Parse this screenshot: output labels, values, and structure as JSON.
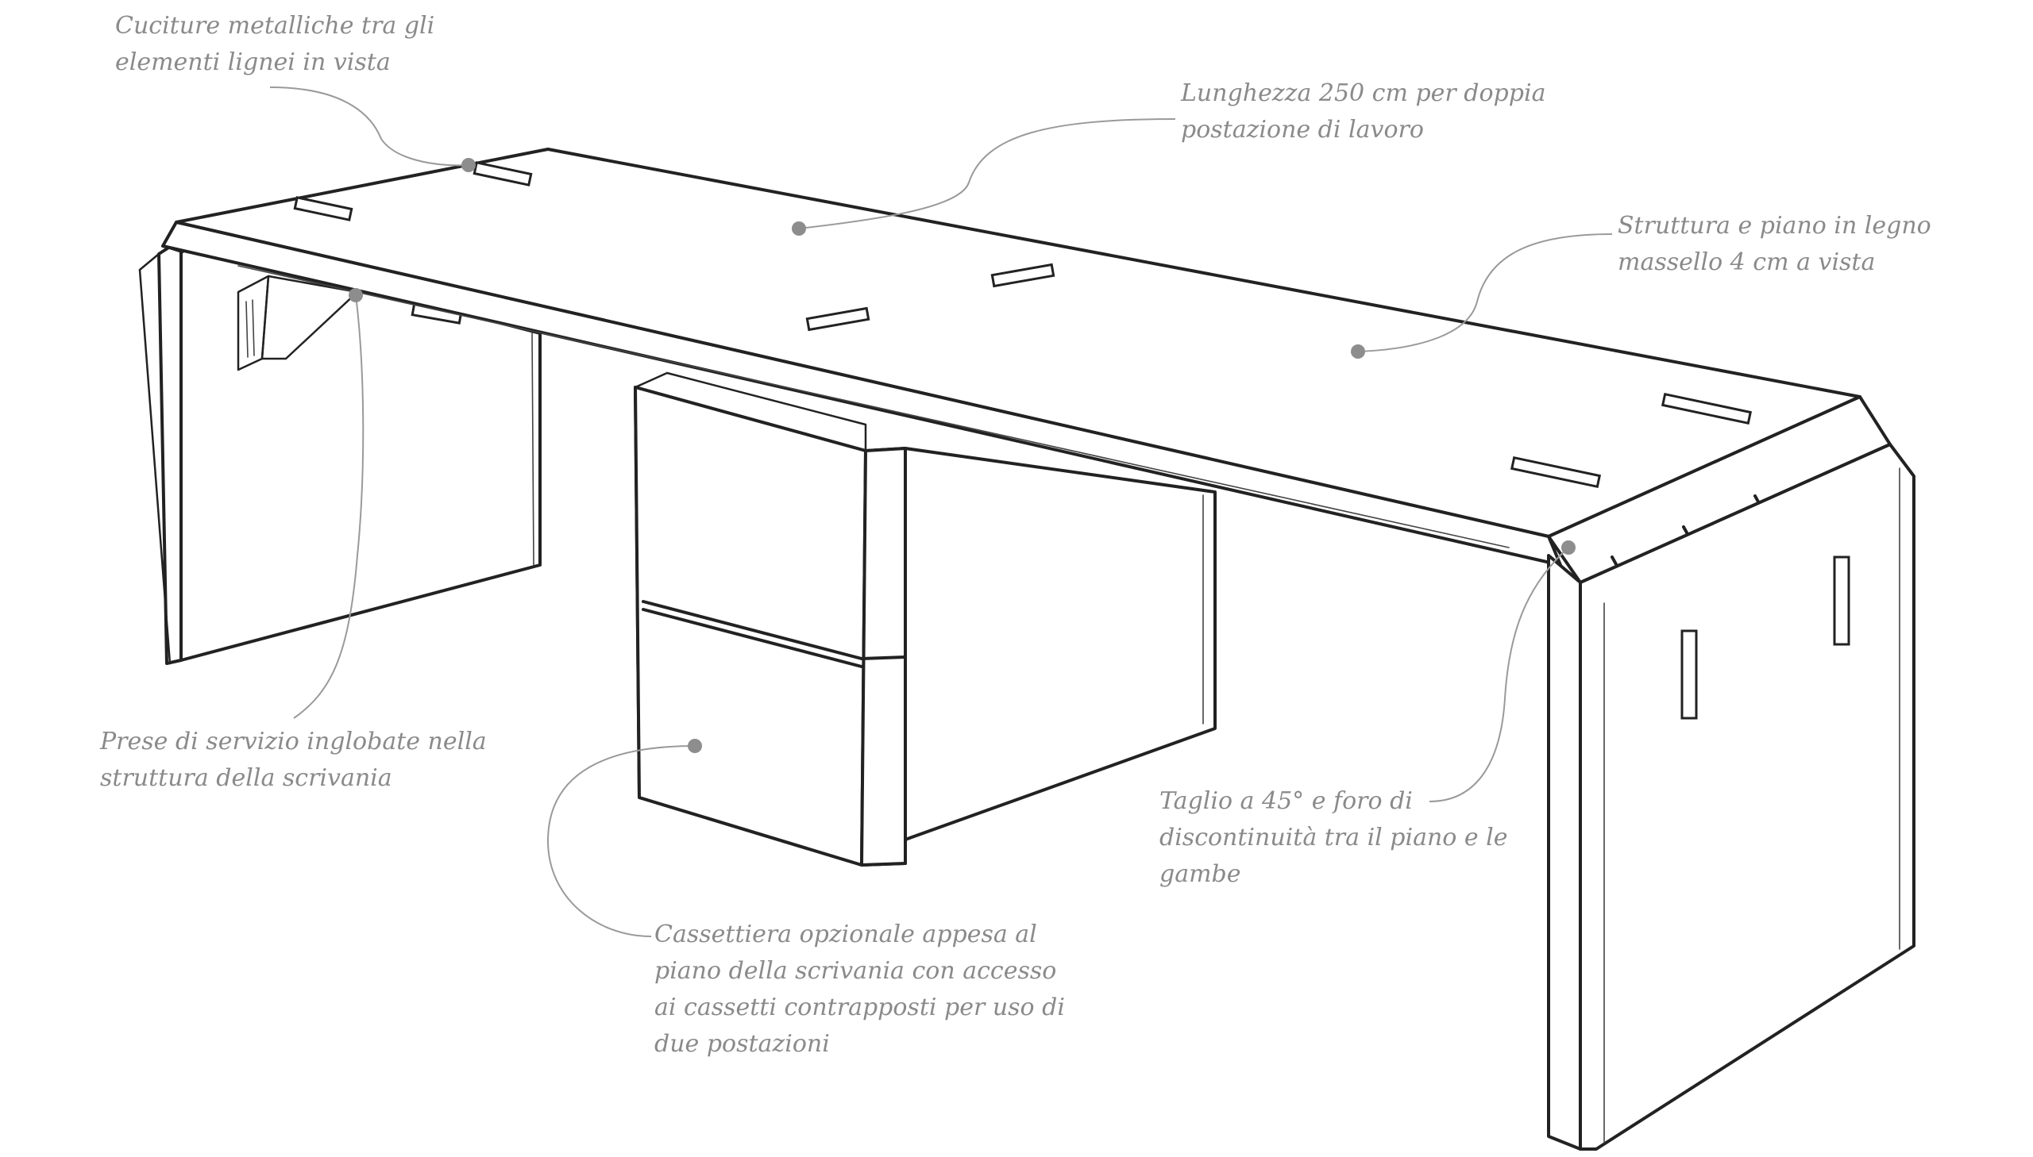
{
  "annotations": {
    "stitching": [
      "Cuciture metalliche tra gli",
      "elementi lignei in vista"
    ],
    "length": [
      "Lunghezza 250 cm per doppia",
      "postazione di lavoro"
    ],
    "structure": [
      "Struttura e piano in legno",
      "massello 4 cm a vista"
    ],
    "outlets": [
      "Prese di servizio inglobate nella",
      "struttura della scrivania"
    ],
    "cut": [
      "Taglio a 45° e foro di",
      "discontinuità tra il piano e le",
      "gambe"
    ],
    "drawers": [
      "Cassettiera opzionale appesa al",
      "piano della scrivania con accesso",
      "ai cassetti contrapposti per uso di",
      "due postazioni"
    ]
  },
  "colors": {
    "ink": "#222222",
    "annotation_text": "#8a8a8a",
    "leader_line": "#9a9a9a",
    "marker_dot": "#8d8d8d",
    "background": "#ffffff"
  }
}
